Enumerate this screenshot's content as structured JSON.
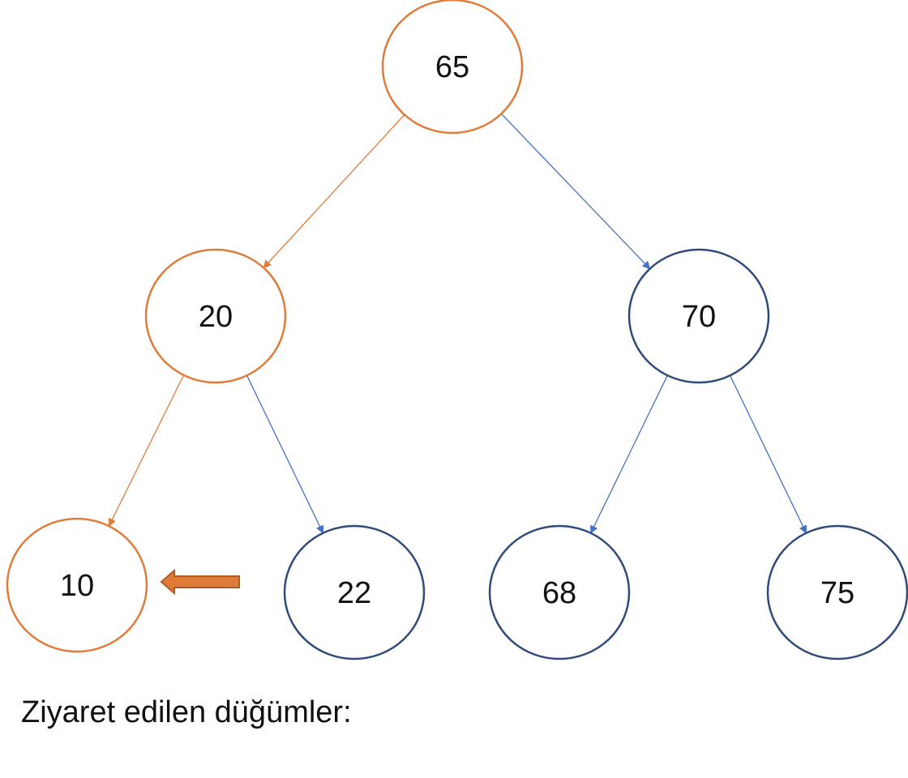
{
  "colors": {
    "visited": "#E07B39",
    "unvisited": "#2F4B7C",
    "edge_unvisited": "#4472C4",
    "pointer": "#E07B39"
  },
  "nodes": [
    {
      "id": "n65",
      "label": "65",
      "visited": true
    },
    {
      "id": "n20",
      "label": "20",
      "visited": true
    },
    {
      "id": "n70",
      "label": "70",
      "visited": false
    },
    {
      "id": "n10",
      "label": "10",
      "visited": true
    },
    {
      "id": "n22",
      "label": "22",
      "visited": false
    },
    {
      "id": "n68",
      "label": "68",
      "visited": false
    },
    {
      "id": "n75",
      "label": "75",
      "visited": false
    }
  ],
  "edges": [
    {
      "from": "n65",
      "to": "n20",
      "visited": true
    },
    {
      "from": "n65",
      "to": "n70",
      "visited": false
    },
    {
      "from": "n20",
      "to": "n10",
      "visited": true
    },
    {
      "from": "n20",
      "to": "n22",
      "visited": false
    },
    {
      "from": "n70",
      "to": "n68",
      "visited": false
    },
    {
      "from": "n70",
      "to": "n75",
      "visited": false
    }
  ],
  "pointer": {
    "target": "n10",
    "icon": "left-arrow-icon"
  },
  "caption": "Ziyaret edilen düğümler:"
}
